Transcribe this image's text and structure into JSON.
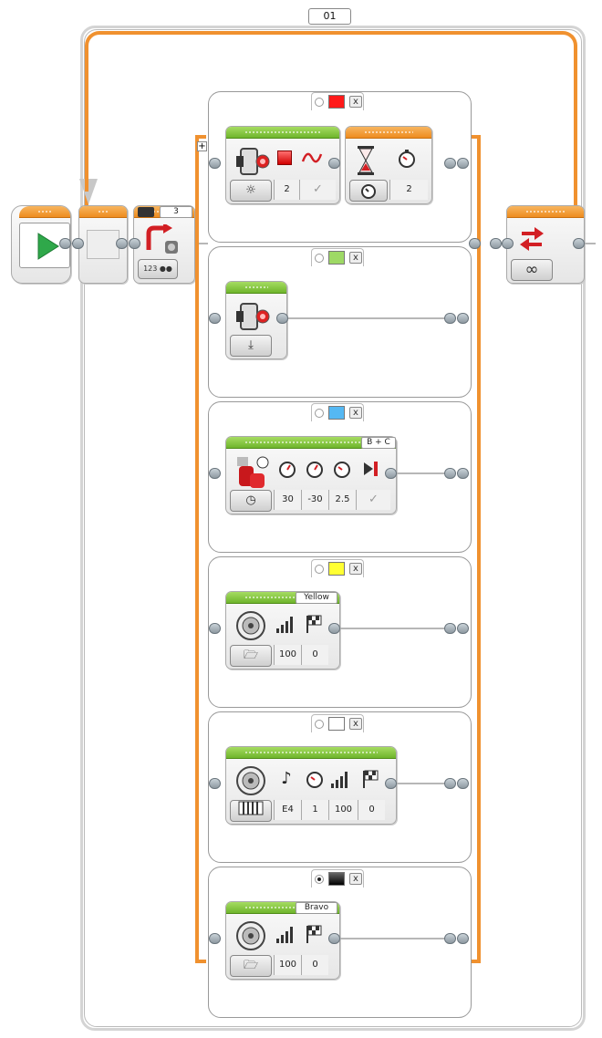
{
  "loop": {
    "name": "01",
    "end_mode_symbol": "∞"
  },
  "switch": {
    "port_label": "3",
    "mode_symbol": "123",
    "add_symbol": "+"
  },
  "colors": {
    "accent_orange": "#f0912f",
    "accent_green": "#7cc13a",
    "wire": "#b7b7b7"
  },
  "cases": [
    {
      "swatch": "#ff1a1a",
      "selected": false,
      "close": "x",
      "blocks": [
        {
          "kind": "color-sensor",
          "params": [
            "2",
            "✓"
          ]
        },
        {
          "kind": "wait-timer",
          "params": [
            "2"
          ]
        }
      ]
    },
    {
      "swatch": "#9ed965",
      "selected": false,
      "close": "x",
      "blocks": [
        {
          "kind": "sensor-download",
          "params": []
        }
      ]
    },
    {
      "swatch": "#55b8f3",
      "selected": false,
      "close": "x",
      "blocks": [
        {
          "kind": "move-tank",
          "port_tag": "B + C",
          "params": [
            "30",
            "-30",
            "2.5",
            "✓"
          ]
        }
      ]
    },
    {
      "swatch": "#ffff33",
      "selected": false,
      "close": "x",
      "blocks": [
        {
          "kind": "sound-file",
          "file_tag": "Yellow",
          "params": [
            "100",
            "0"
          ]
        }
      ]
    },
    {
      "swatch": "#ffffff",
      "selected": false,
      "close": "x",
      "blocks": [
        {
          "kind": "sound-tone",
          "params": [
            "E4",
            "1",
            "100",
            "0"
          ]
        }
      ]
    },
    {
      "swatch": "#111111",
      "selected": true,
      "close": "x",
      "blocks": [
        {
          "kind": "sound-file",
          "file_tag": "Bravo",
          "params": [
            "100",
            "0"
          ]
        }
      ]
    }
  ]
}
